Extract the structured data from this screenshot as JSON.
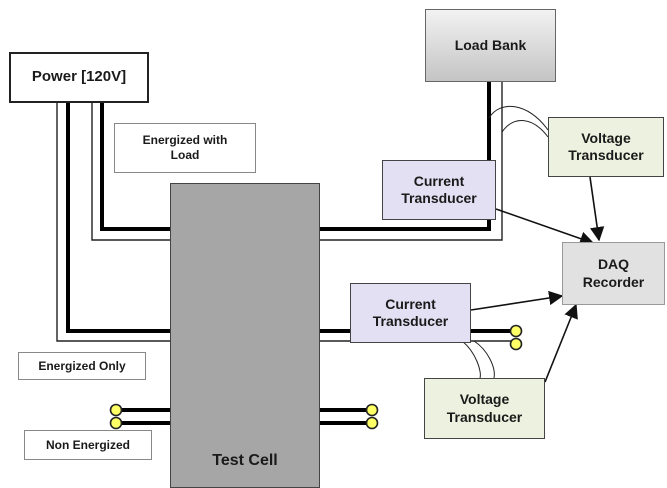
{
  "diagram": {
    "power": "Power [120V]",
    "load_bank": "Load Bank",
    "energized_with_load": "Energized with\nLoad",
    "test_cell": "Test Cell",
    "current_transducer_top": "Current\nTransducer",
    "voltage_transducer_top": "Voltage\nTransducer",
    "daq_recorder": "DAQ\nRecorder",
    "current_transducer_mid": "Current\nTransducer",
    "energized_only": "Energized Only",
    "voltage_transducer_bottom": "Voltage\nTransducer",
    "non_energized": "Non Energized"
  },
  "colors": {
    "transducer_current": "#e2e0f2",
    "transducer_voltage": "#edf1df",
    "test_cell": "#a6a6a6",
    "terminal": "#ffff66"
  }
}
